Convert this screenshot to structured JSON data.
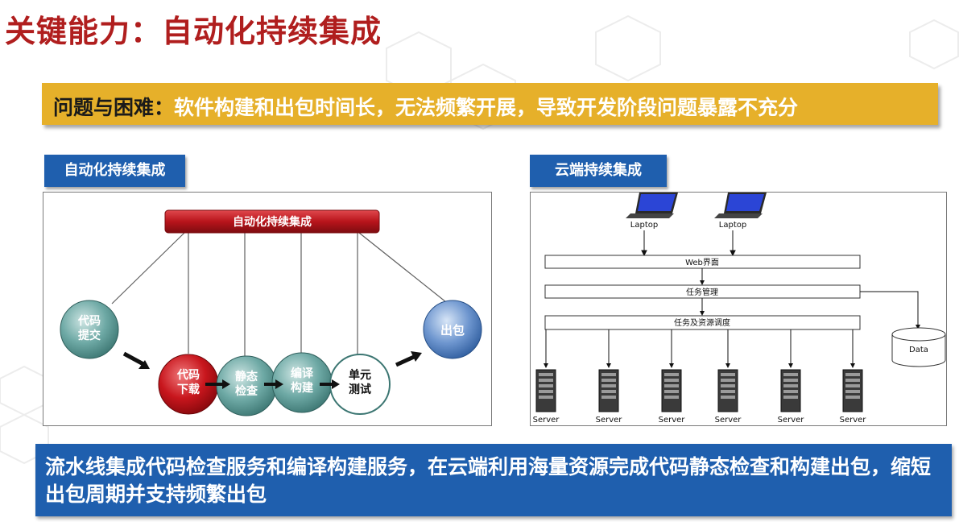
{
  "title": "关键能力：自动化持续集成",
  "problem": {
    "label": "问题与困难：",
    "body": "软件构建和出包时间长，无法频繁开展，导致开发阶段问题暴露不充分"
  },
  "left_tab": "自动化持续集成",
  "right_tab": "云端持续集成",
  "left_diagram": {
    "banner": "自动化持续集成",
    "steps": {
      "commit": [
        "代码",
        "提交"
      ],
      "download": [
        "代码",
        "下载"
      ],
      "static": [
        "静态",
        "检查"
      ],
      "compile": [
        "编译",
        "构建"
      ],
      "unit": [
        "单元",
        "测试"
      ],
      "package": "出包"
    }
  },
  "right_diagram": {
    "laptops": [
      "Laptop",
      "Laptop"
    ],
    "web": "Web界面",
    "task_mgmt": "任务管理",
    "scheduler": "任务及资源调度",
    "data": "Data",
    "servers": [
      "Server",
      "Server",
      "Server",
      "Server",
      "Server",
      "Server"
    ]
  },
  "summary": "流水线集成代码检查服务和编译构建服务，在云端利用海量资源完成代码静态检查和构建出包，缩短出包周期并支持频繁出包",
  "colors": {
    "title": "#b01e1e",
    "problem_bg": "#e6b02a",
    "tab_bg": "#1f5fae",
    "red_step": "#c8161d",
    "teal_step": "#5f9e9a",
    "blue_step": "#4a78b8"
  }
}
